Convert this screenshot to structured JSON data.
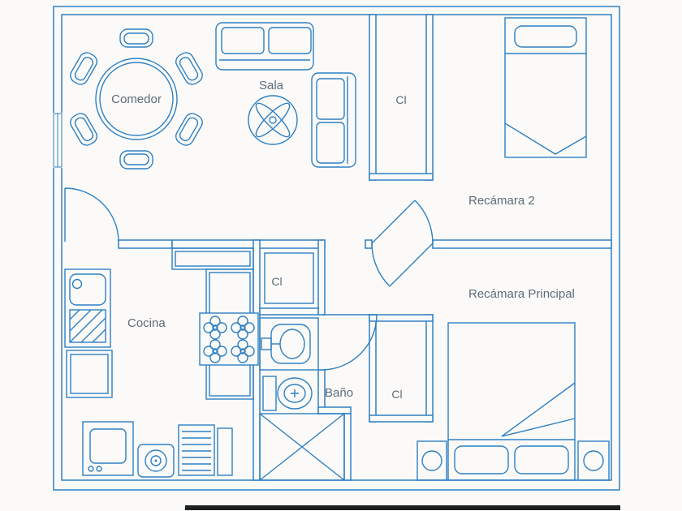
{
  "colors": {
    "line": "#2e80c4",
    "label": "#5d6c79",
    "bg": "#fbfaf8",
    "bar": "#1f1f1f"
  },
  "labels": {
    "comedor": "Comedor",
    "sala": "Sala",
    "closet_top": "Cl",
    "recamara_2": "Recámara 2",
    "cocina": "Cocina",
    "closet_middle": "Cl",
    "bano": "Baño",
    "closet_principal": "Cl",
    "recamara_principal": "Recámara Principal"
  }
}
